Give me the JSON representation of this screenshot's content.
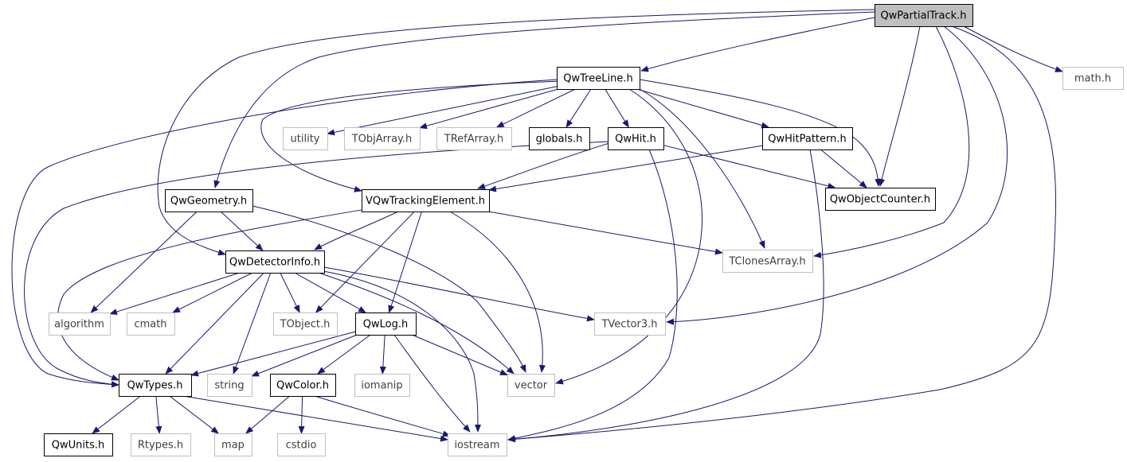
{
  "diagram": {
    "nodes": [
      {
        "id": "qwpartialtrack",
        "label": "QwPartialTrack.h",
        "style": "root"
      },
      {
        "id": "qwtreeline",
        "label": "QwTreeLine.h",
        "style": "documented"
      },
      {
        "id": "math",
        "label": "math.h",
        "style": "external"
      },
      {
        "id": "utility",
        "label": "utility",
        "style": "external"
      },
      {
        "id": "tobjarray",
        "label": "TObjArray.h",
        "style": "external"
      },
      {
        "id": "trefarray",
        "label": "TRefArray.h",
        "style": "external"
      },
      {
        "id": "globals",
        "label": "globals.h",
        "style": "documented"
      },
      {
        "id": "qwhit",
        "label": "QwHit.h",
        "style": "documented"
      },
      {
        "id": "qwhitpattern",
        "label": "QwHitPattern.h",
        "style": "documented"
      },
      {
        "id": "qwgeometry",
        "label": "QwGeometry.h",
        "style": "documented"
      },
      {
        "id": "vqwtrackingelement",
        "label": "VQwTrackingElement.h",
        "style": "documented"
      },
      {
        "id": "qwobjectcounter",
        "label": "QwObjectCounter.h",
        "style": "documented"
      },
      {
        "id": "qwdetectorinfo",
        "label": "QwDetectorInfo.h",
        "style": "documented"
      },
      {
        "id": "tclonesarray",
        "label": "TClonesArray.h",
        "style": "external"
      },
      {
        "id": "algorithm",
        "label": "algorithm",
        "style": "external"
      },
      {
        "id": "cmath",
        "label": "cmath",
        "style": "external"
      },
      {
        "id": "tobject",
        "label": "TObject.h",
        "style": "external"
      },
      {
        "id": "qwlog",
        "label": "QwLog.h",
        "style": "documented"
      },
      {
        "id": "tvector3",
        "label": "TVector3.h",
        "style": "external"
      },
      {
        "id": "qwtypes",
        "label": "QwTypes.h",
        "style": "documented"
      },
      {
        "id": "string",
        "label": "string",
        "style": "external"
      },
      {
        "id": "qwcolor",
        "label": "QwColor.h",
        "style": "documented"
      },
      {
        "id": "iomanip",
        "label": "iomanip",
        "style": "external"
      },
      {
        "id": "vector",
        "label": "vector",
        "style": "external"
      },
      {
        "id": "qwunits",
        "label": "QwUnits.h",
        "style": "documented"
      },
      {
        "id": "rtypes",
        "label": "Rtypes.h",
        "style": "external"
      },
      {
        "id": "map",
        "label": "map",
        "style": "external"
      },
      {
        "id": "cstdio",
        "label": "cstdio",
        "style": "external"
      },
      {
        "id": "iostream",
        "label": "iostream",
        "style": "external"
      }
    ],
    "edges": [
      [
        "qwpartialtrack",
        "qwtreeline"
      ],
      [
        "qwpartialtrack",
        "math"
      ],
      [
        "qwpartialtrack",
        "qwgeometry"
      ],
      [
        "qwpartialtrack",
        "qwdetectorinfo"
      ],
      [
        "qwpartialtrack",
        "qwobjectcounter"
      ],
      [
        "qwpartialtrack",
        "tclonesarray"
      ],
      [
        "qwpartialtrack",
        "tvector3"
      ],
      [
        "qwpartialtrack",
        "iostream"
      ],
      [
        "qwtreeline",
        "utility"
      ],
      [
        "qwtreeline",
        "tobjarray"
      ],
      [
        "qwtreeline",
        "trefarray"
      ],
      [
        "qwtreeline",
        "globals"
      ],
      [
        "qwtreeline",
        "qwhit"
      ],
      [
        "qwtreeline",
        "qwhitpattern"
      ],
      [
        "qwtreeline",
        "vqwtrackingelement"
      ],
      [
        "qwtreeline",
        "qwobjectcounter"
      ],
      [
        "qwtreeline",
        "tclonesarray"
      ],
      [
        "qwtreeline",
        "vector"
      ],
      [
        "qwtreeline",
        "qwtypes"
      ],
      [
        "qwhit",
        "vqwtrackingelement"
      ],
      [
        "qwhit",
        "qwobjectcounter"
      ],
      [
        "qwhit",
        "iostream"
      ],
      [
        "qwhit",
        "qwtypes"
      ],
      [
        "qwhitpattern",
        "vqwtrackingelement"
      ],
      [
        "qwhitpattern",
        "qwobjectcounter"
      ],
      [
        "qwhitpattern",
        "iostream"
      ],
      [
        "qwgeometry",
        "qwdetectorinfo"
      ],
      [
        "qwgeometry",
        "algorithm"
      ],
      [
        "qwgeometry",
        "vector"
      ],
      [
        "vqwtrackingelement",
        "qwdetectorinfo"
      ],
      [
        "vqwtrackingelement",
        "tclonesarray"
      ],
      [
        "vqwtrackingelement",
        "tobject"
      ],
      [
        "vqwtrackingelement",
        "qwlog"
      ],
      [
        "vqwtrackingelement",
        "vector"
      ],
      [
        "vqwtrackingelement",
        "qwtypes"
      ],
      [
        "qwdetectorinfo",
        "algorithm"
      ],
      [
        "qwdetectorinfo",
        "cmath"
      ],
      [
        "qwdetectorinfo",
        "tobject"
      ],
      [
        "qwdetectorinfo",
        "qwlog"
      ],
      [
        "qwdetectorinfo",
        "tvector3"
      ],
      [
        "qwdetectorinfo",
        "qwtypes"
      ],
      [
        "qwdetectorinfo",
        "string"
      ],
      [
        "qwdetectorinfo",
        "vector"
      ],
      [
        "qwdetectorinfo",
        "iostream"
      ],
      [
        "qwlog",
        "qwtypes"
      ],
      [
        "qwlog",
        "string"
      ],
      [
        "qwlog",
        "qwcolor"
      ],
      [
        "qwlog",
        "iomanip"
      ],
      [
        "qwlog",
        "vector"
      ],
      [
        "qwlog",
        "iostream"
      ],
      [
        "qwtypes",
        "qwunits"
      ],
      [
        "qwtypes",
        "rtypes"
      ],
      [
        "qwtypes",
        "map"
      ],
      [
        "qwtypes",
        "iostream"
      ],
      [
        "qwcolor",
        "map"
      ],
      [
        "qwcolor",
        "cstdio"
      ],
      [
        "qwcolor",
        "iostream"
      ]
    ],
    "colors": {
      "edge": "#191970",
      "root_fill": "#bfbfbf",
      "documented_border": "#000000",
      "external_border": "#bfbfbf",
      "external_text": "#404040",
      "text": "#000000"
    }
  }
}
